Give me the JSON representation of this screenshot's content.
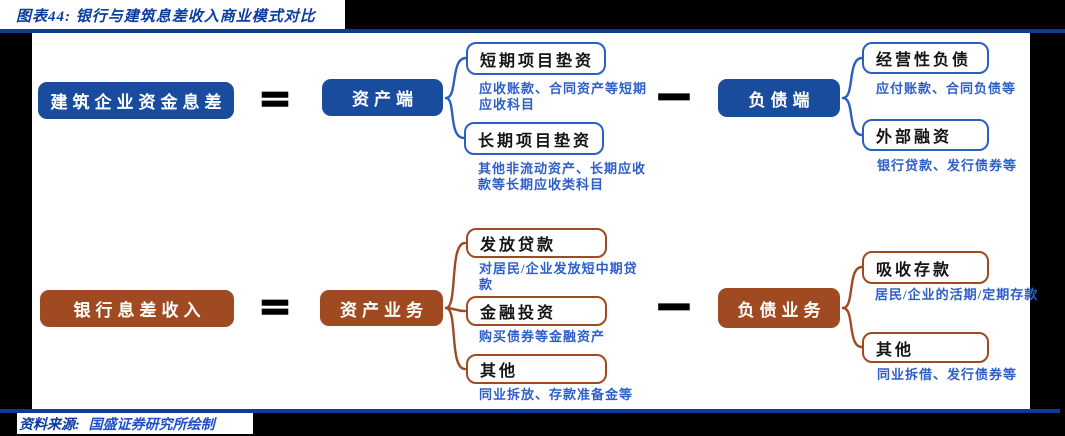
{
  "header": {
    "title": "图表44: 银行与建筑息差收入商业模式对比"
  },
  "colors": {
    "navy_rule": "#0C3C96",
    "title_blue": "#0C3D9E",
    "box_blue": "#1A4C9E",
    "outline_blue": "#2B5FC0",
    "desc_blue": "#2E5FC8",
    "box_brown": "#A04A22",
    "source_blue": "#2050C8"
  },
  "row1": {
    "result_label": "建筑企业资金息差",
    "equals": "=",
    "minus": "−",
    "asset": {
      "label": "资产端",
      "children": [
        {
          "label": "短期项目垫资",
          "desc": "应收账款、合同资产等短期应收科目"
        },
        {
          "label": "长期项目垫资",
          "desc": "其他非流动资产、长期应收款等长期应收类科目"
        }
      ]
    },
    "liability": {
      "label": "负债端",
      "children": [
        {
          "label": "经营性负债",
          "desc": "应付账款、合同负债等"
        },
        {
          "label": "外部融资",
          "desc": "银行贷款、发行债券等"
        }
      ]
    }
  },
  "row2": {
    "result_label": "银行息差收入",
    "equals": "=",
    "minus": "−",
    "asset": {
      "label": "资产业务",
      "children": [
        {
          "label": "发放贷款",
          "desc": "对居民/企业发放短中期贷款"
        },
        {
          "label": "金融投资",
          "desc": "购买债券等金融资产"
        },
        {
          "label": "其他",
          "desc": "同业拆放、存款准备金等"
        }
      ]
    },
    "liability": {
      "label": "负债业务",
      "children": [
        {
          "label": "吸收存款",
          "desc": "居民/企业的活期/定期存款"
        },
        {
          "label": "其他",
          "desc": "同业拆借、发行债券等"
        }
      ]
    }
  },
  "footer": {
    "source_label": "资料来源:",
    "source_text": "国盛证券研究所绘制"
  }
}
